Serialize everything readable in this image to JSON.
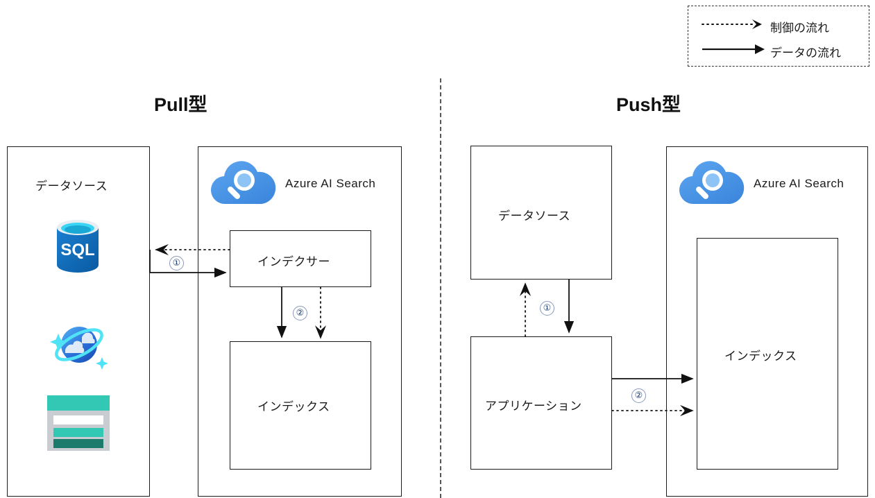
{
  "diagram": {
    "type": "architecture-comparison",
    "left_panel": {
      "title": "Pull型",
      "datasource_box": {
        "label": "データソース"
      },
      "service_box": {
        "logo_label": "Azure AI Search",
        "indexer_box": {
          "label": "インデクサー"
        },
        "index_box": {
          "label": "インデックス"
        }
      },
      "datasource_icons": [
        {
          "name": "azure-sql-database-icon",
          "label": "SQL"
        },
        {
          "name": "azure-cosmos-db-icon",
          "label": ""
        },
        {
          "name": "azure-table-storage-icon",
          "label": ""
        }
      ],
      "steps": [
        {
          "marker": "①",
          "from": "インデクサー",
          "to": "データソース",
          "kind": "control"
        },
        {
          "marker": "①",
          "from": "データソース",
          "to": "インデクサー",
          "kind": "data"
        },
        {
          "marker": "②",
          "from": "インデクサー",
          "to": "インデックス",
          "kind": "data"
        },
        {
          "marker": "②",
          "from": "インデクサー",
          "to": "インデックス",
          "kind": "control"
        }
      ],
      "step_markers": [
        "①",
        "②"
      ]
    },
    "right_panel": {
      "title": "Push型",
      "datasource_box": {
        "label": "データソース"
      },
      "application_box": {
        "label": "アプリケーション"
      },
      "service_box": {
        "logo_label": "Azure AI Search",
        "index_box": {
          "label": "インデックス"
        }
      },
      "steps": [
        {
          "marker": "①",
          "from": "アプリケーション",
          "to": "データソース",
          "kind": "control"
        },
        {
          "marker": "①",
          "from": "データソース",
          "to": "アプリケーション",
          "kind": "data"
        },
        {
          "marker": "②",
          "from": "アプリケーション",
          "to": "インデックス",
          "kind": "data"
        },
        {
          "marker": "②",
          "from": "アプリケーション",
          "to": "インデックス",
          "kind": "control"
        }
      ],
      "step_markers": [
        "①",
        "②"
      ]
    },
    "legend": {
      "items": [
        {
          "icon": "dotted-arrow-icon",
          "label": "制御の流れ"
        },
        {
          "icon": "solid-arrow-icon",
          "label": "データの流れ"
        }
      ]
    },
    "colors": {
      "azure_blue": "#4d94e8",
      "azure_blue_dark": "#1a78c2",
      "sql_blue": "#0f6cbd",
      "sql_cyan": "#50e6ff",
      "teal": "#32c8b4",
      "teal_dark": "#1a7a6b",
      "line": "#1a1a1a"
    }
  }
}
